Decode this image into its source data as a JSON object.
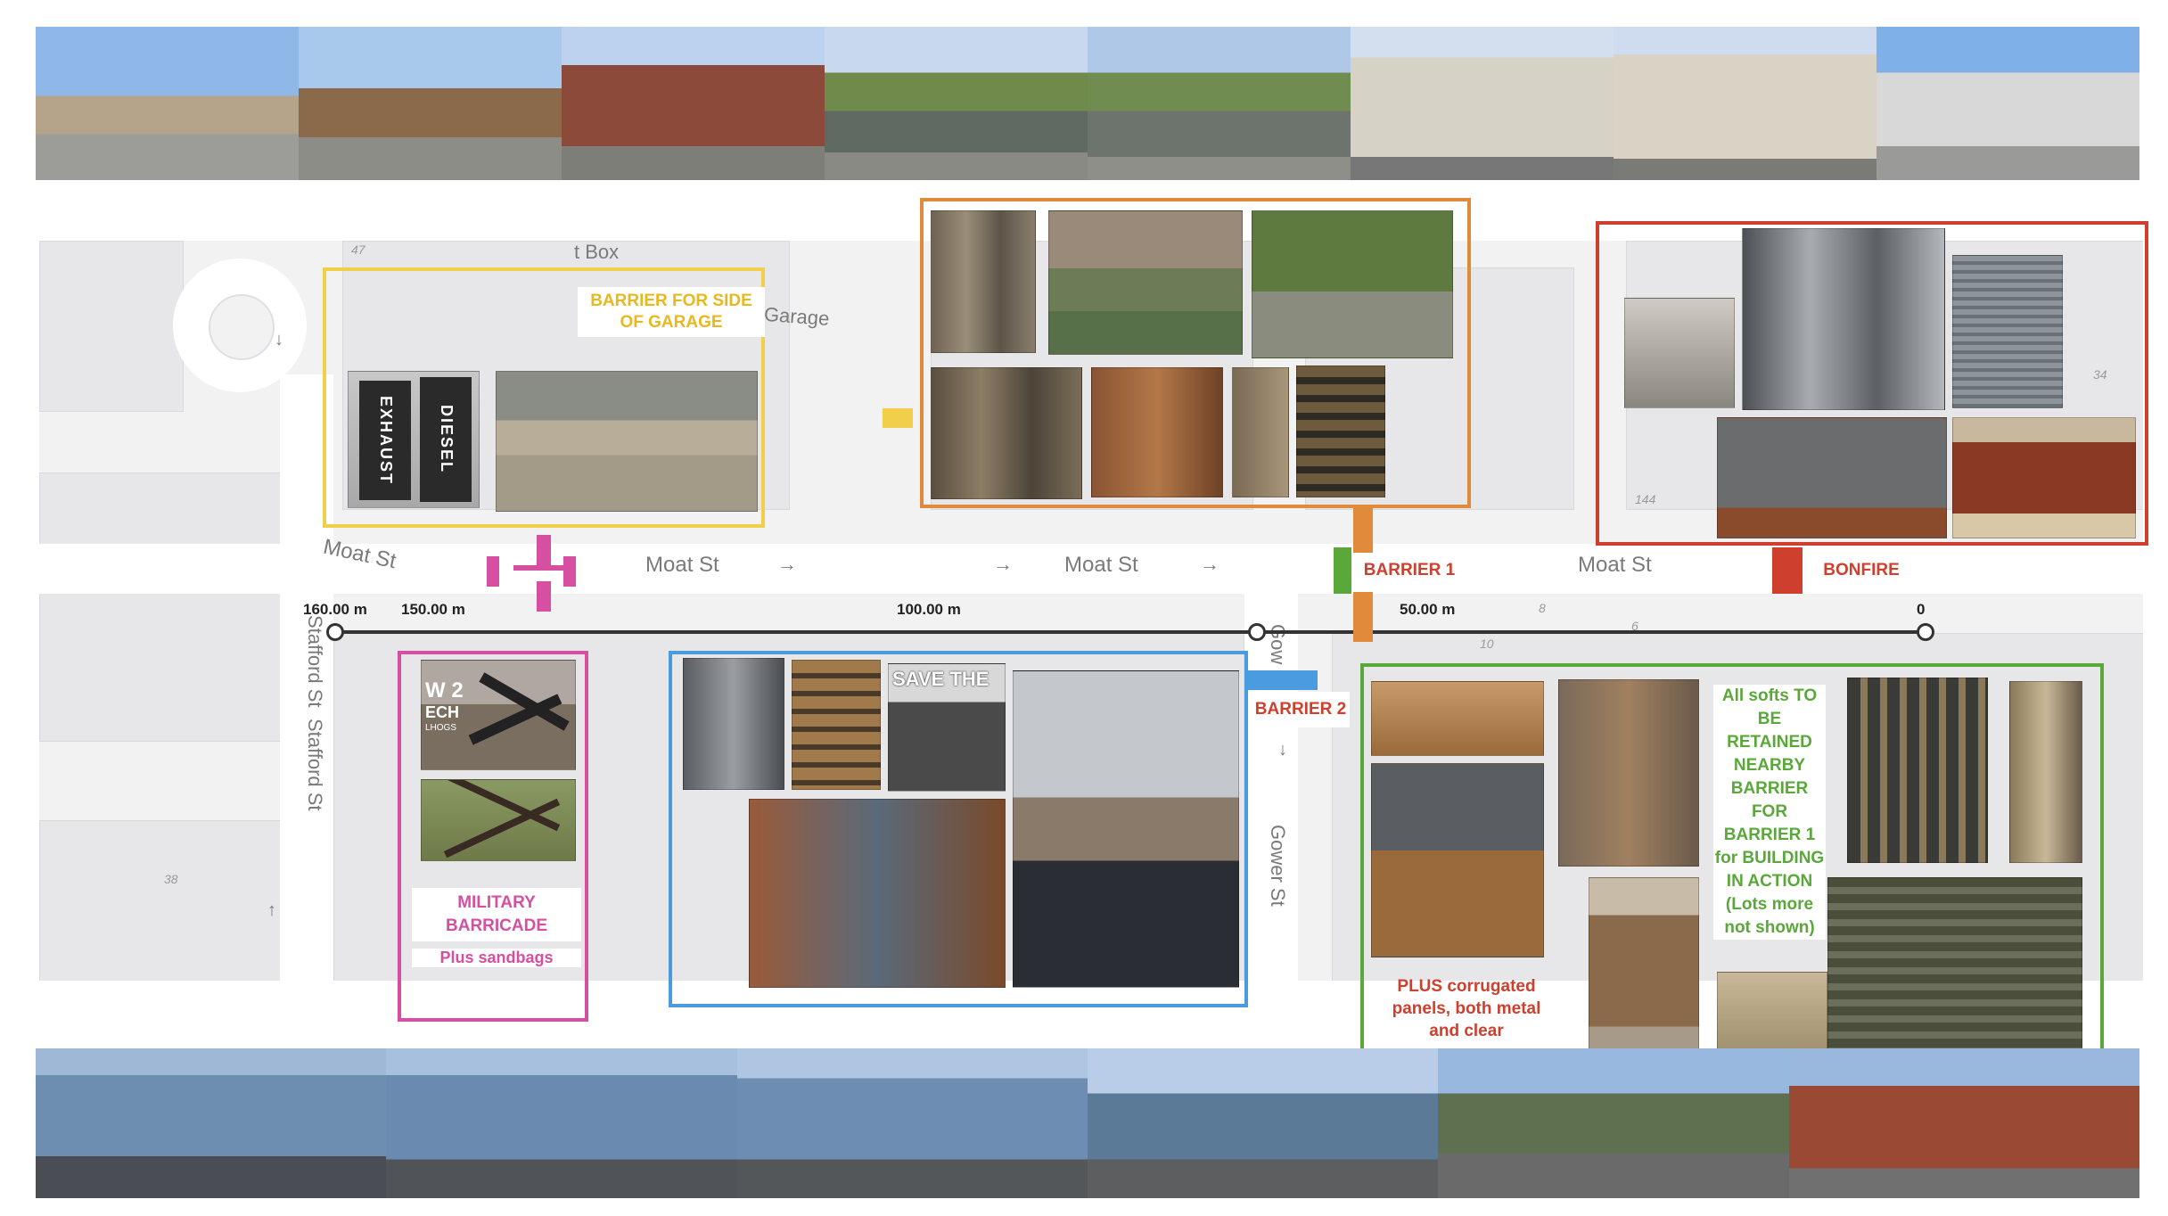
{
  "map": {
    "streets": {
      "moat_st_1": "Moat St",
      "moat_st_2": "Moat St",
      "moat_st_3": "Moat St",
      "moat_st_4": "Moat St",
      "stafford_st_1": "Stafford St",
      "stafford_st_2": "Stafford St",
      "gower_st_1": "Gower St",
      "gower_st_2": "Gow"
    },
    "pois": {
      "box": "t Box",
      "garage": "l Garage"
    },
    "house_numbers": [
      "47",
      "144",
      "38",
      "34",
      "8",
      "10",
      "6"
    ]
  },
  "scale": {
    "ticks": [
      "160.00 m",
      "150.00 m",
      "100.00 m",
      "50.00 m",
      "0"
    ]
  },
  "annotations": {
    "barrier_garage": "BARRIER FOR SIDE OF GARAGE",
    "military_barricade": "MILITARY BARRICADE",
    "plus_sandbags": "Plus sandbags",
    "barrier1": "BARRIER 1",
    "barrier2": "BARRIER 2",
    "bonfire": "BONFIRE",
    "all_softs": "All softs TO BE RETAINED NEARBY BARRIER FOR BARRIER 1 for BUILDING IN ACTION (Lots more not shown)",
    "plus_corrugated": "PLUS corrugated panels, both metal and clear"
  },
  "photo_text": {
    "exhaust": "EXHAUST",
    "diesel": "DIESEL",
    "save_the": "SAVE THE",
    "w2": "W 2",
    "ech": "ECH",
    "hogs": "LHOGS"
  },
  "colors": {
    "yellow": "#f2cf4a",
    "orange": "#e08a3c",
    "red": "#cf3f2e",
    "pink": "#d64fa0",
    "blue": "#4a9be0",
    "green": "#5aa83a",
    "map_bg": "#f2f2f3"
  }
}
